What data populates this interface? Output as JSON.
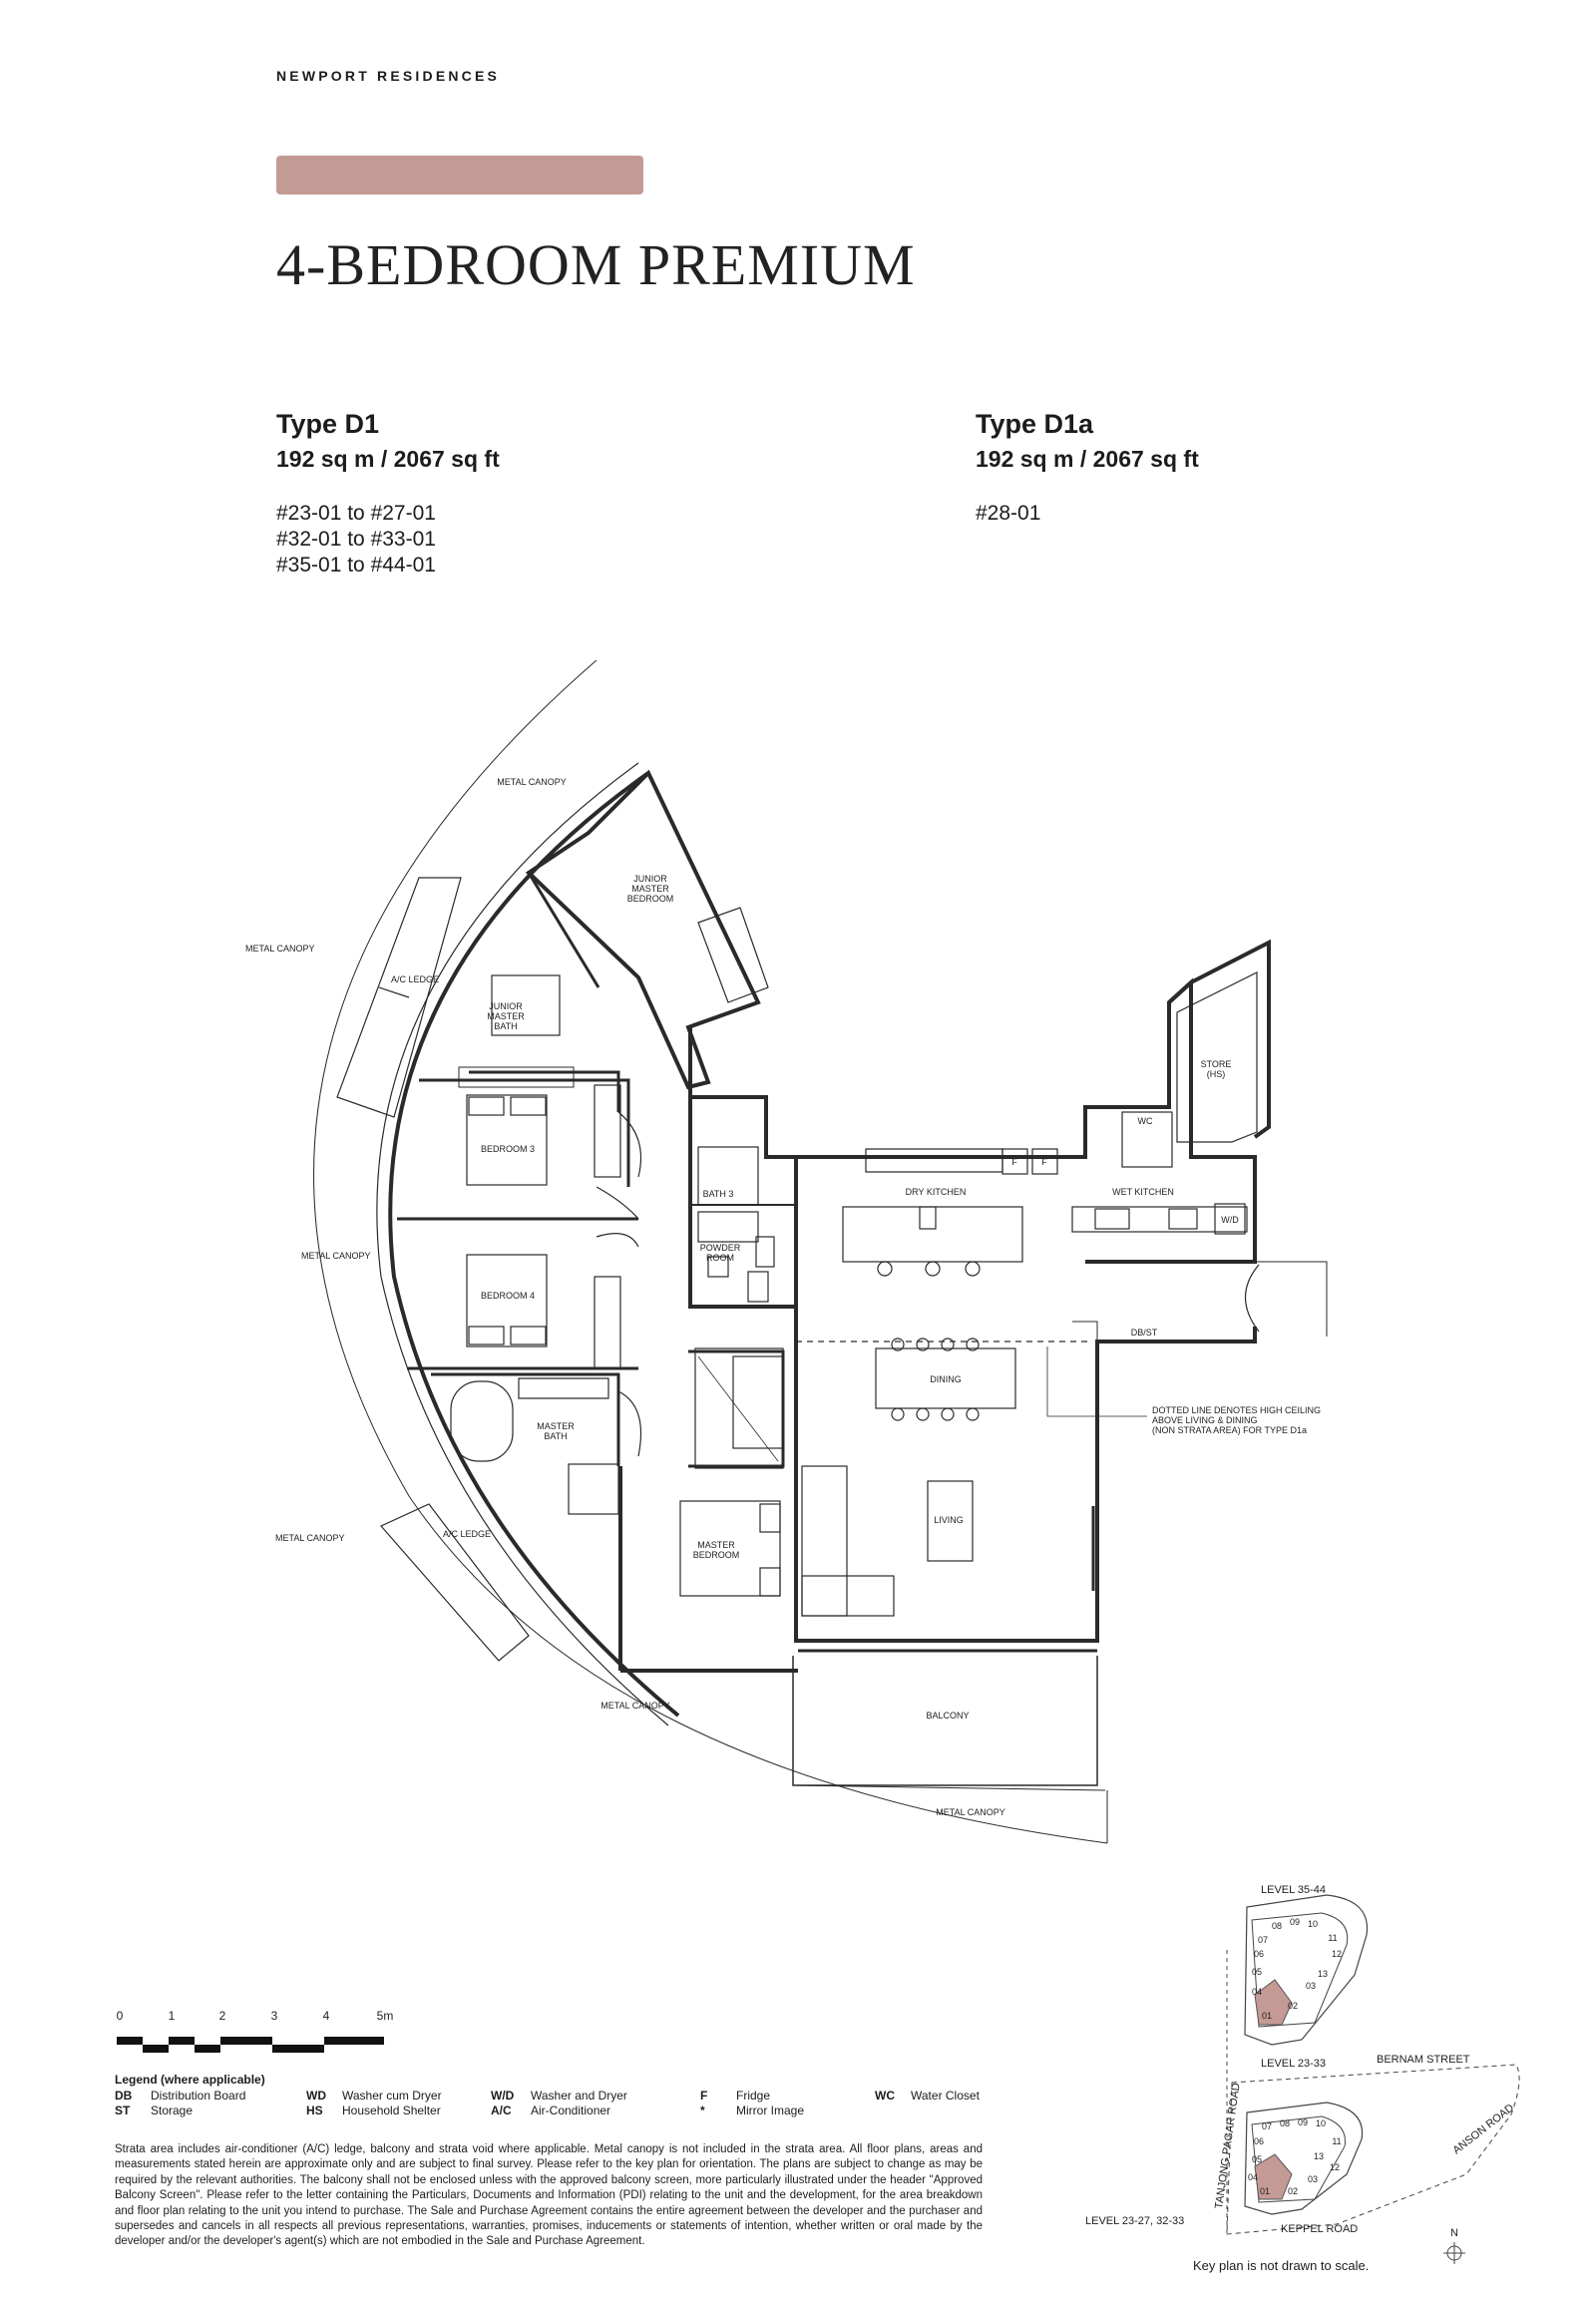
{
  "header": {
    "brand": "NEWPORT RESIDENCES",
    "title": "4-BEDROOM PREMIUM",
    "accent_color": "#c49a95"
  },
  "types": [
    {
      "name": "Type D1",
      "area": "192 sq m / 2067 sq ft",
      "units": [
        "#23-01 to #27-01",
        "#32-01 to #33-01",
        "#35-01 to #44-01"
      ]
    },
    {
      "name": "Type D1a",
      "area": "192 sq m / 2067 sq ft",
      "units": [
        "#28-01"
      ]
    }
  ],
  "floorplan": {
    "labels": {
      "metal_canopy": "METAL CANOPY",
      "ac_ledge": "A/C LEDGE",
      "junior_master_bedroom": [
        "JUNIOR",
        "MASTER",
        "BEDROOM"
      ],
      "junior_master_bath": [
        "JUNIOR",
        "MASTER",
        "BATH"
      ],
      "bedroom3": "BEDROOM 3",
      "bedroom4": "BEDROOM 4",
      "bath3": "BATH 3",
      "powder_room": [
        "POWDER",
        "ROOM"
      ],
      "master_bath": [
        "MASTER",
        "BATH"
      ],
      "master_bedroom": [
        "MASTER",
        "BEDROOM"
      ],
      "dry_kitchen": "DRY KITCHEN",
      "wet_kitchen": "WET KITCHEN",
      "store": [
        "STORE",
        "(HS)"
      ],
      "wc": "WC",
      "wd": "W/D",
      "f": "F",
      "db_st": "DB/ST",
      "dining": "DINING",
      "living": "LIVING",
      "balcony": "BALCONY",
      "note": [
        "DOTTED LINE DENOTES HIGH CEILING",
        "ABOVE LIVING & DINING",
        "(NON STRATA AREA) FOR TYPE D1a"
      ]
    }
  },
  "scale": {
    "ticks": [
      "0",
      "1",
      "2",
      "3",
      "4",
      "5m"
    ]
  },
  "legend": {
    "title": "Legend (where applicable)",
    "items": [
      {
        "code": "DB",
        "desc": "Distribution Board"
      },
      {
        "code": "WD",
        "desc": "Washer cum Dryer"
      },
      {
        "code": "W/D",
        "desc": "Washer and Dryer"
      },
      {
        "code": "F",
        "desc": "Fridge"
      },
      {
        "code": "WC",
        "desc": "Water Closet"
      },
      {
        "code": "ST",
        "desc": "Storage"
      },
      {
        "code": "HS",
        "desc": "Household Shelter"
      },
      {
        "code": "A/C",
        "desc": "Air-Conditioner"
      },
      {
        "code": "*",
        "desc": "Mirror Image"
      },
      {
        "code": "",
        "desc": ""
      }
    ]
  },
  "disclaimer": "Strata area includes air-conditioner (A/C) ledge, balcony and strata void where applicable. Metal canopy is not included in the strata area. All floor plans, areas and measurements stated herein are approximate only and are subject to final survey. Please refer to the key plan for orientation. The plans are subject to change as may be required by the relevant authorities. The balcony shall not be enclosed unless with the approved balcony screen, more particularly illustrated under the header \"Approved Balcony Screen\". Please refer to the letter containing the Particulars, Documents and Information (PDI) relating to the unit and the development, for the area breakdown and floor plan relating to the unit you intend to purchase. The Sale and Purchase Agreement contains the entire agreement between the developer and the purchaser and supersedes and cancels in all respects all previous representations, warranties, promises, inducements or statements of intention, whether written or oral made by the developer and/or the developer's agent(s) which are not embodied in the Sale and Purchase Agreement.",
  "keyplan": {
    "upper_level": "LEVEL  35-44",
    "lower_level": "LEVEL  23-33",
    "bottom_level": "LEVEL 23-27, 32-33",
    "bernam": "BERNAM STREET",
    "anson": "ANSON ROAD",
    "tanjong": "TANJONG PAGAR ROAD",
    "keppel": "KEPPEL ROAD",
    "north": "N",
    "upper_units": [
      "08",
      "09",
      "10",
      "07",
      "11",
      "12",
      "06",
      "13",
      "05",
      "03",
      "04",
      "02",
      "01"
    ],
    "lower_units": [
      "07",
      "08",
      "09",
      "10",
      "06",
      "11",
      "13",
      "12",
      "05",
      "03",
      "04",
      "02",
      "01"
    ],
    "note": "Key plan is not drawn to scale.",
    "highlight_color": "#c49a95"
  }
}
